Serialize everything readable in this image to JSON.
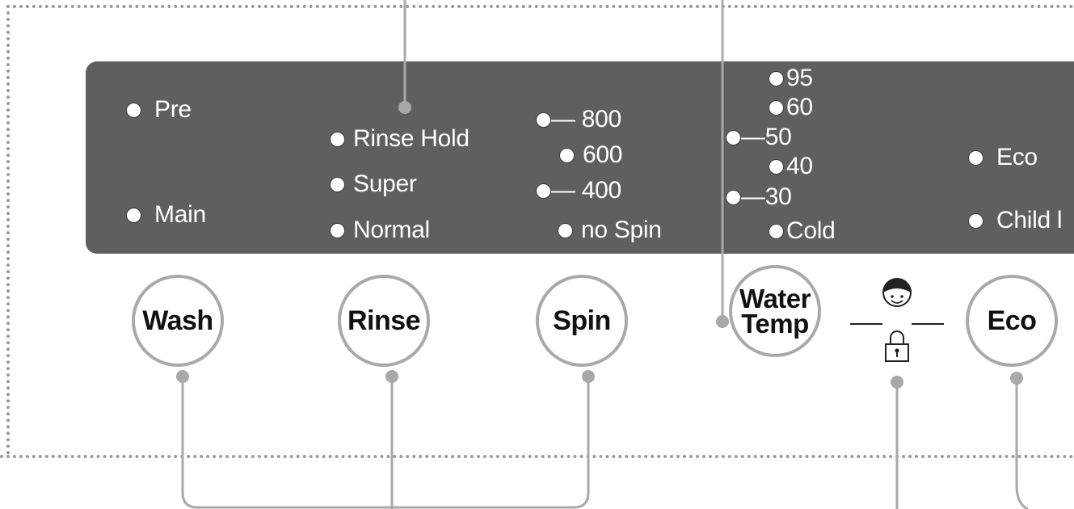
{
  "panel_color": "#5f5f5f",
  "leader_color": "#a9a9a9",
  "wash": {
    "indicators": [
      "Pre",
      "Main"
    ],
    "button": "Wash"
  },
  "rinse": {
    "indicators": [
      "Rinse Hold",
      "Super",
      "Normal"
    ],
    "button": "Rinse"
  },
  "spin": {
    "indicators": [
      "— 800",
      "600",
      "— 400",
      "no Spin"
    ],
    "button": "Spin"
  },
  "water_temp": {
    "indicators": [
      "95",
      "60",
      "—50",
      "40",
      "—30",
      "Cold"
    ],
    "button_line1": "Water",
    "button_line2": "Temp"
  },
  "eco": {
    "indicators": [
      "Eco",
      "Child l"
    ],
    "button": "Eco"
  },
  "child_lock_icons": [
    "child-face-icon",
    "padlock-icon"
  ]
}
